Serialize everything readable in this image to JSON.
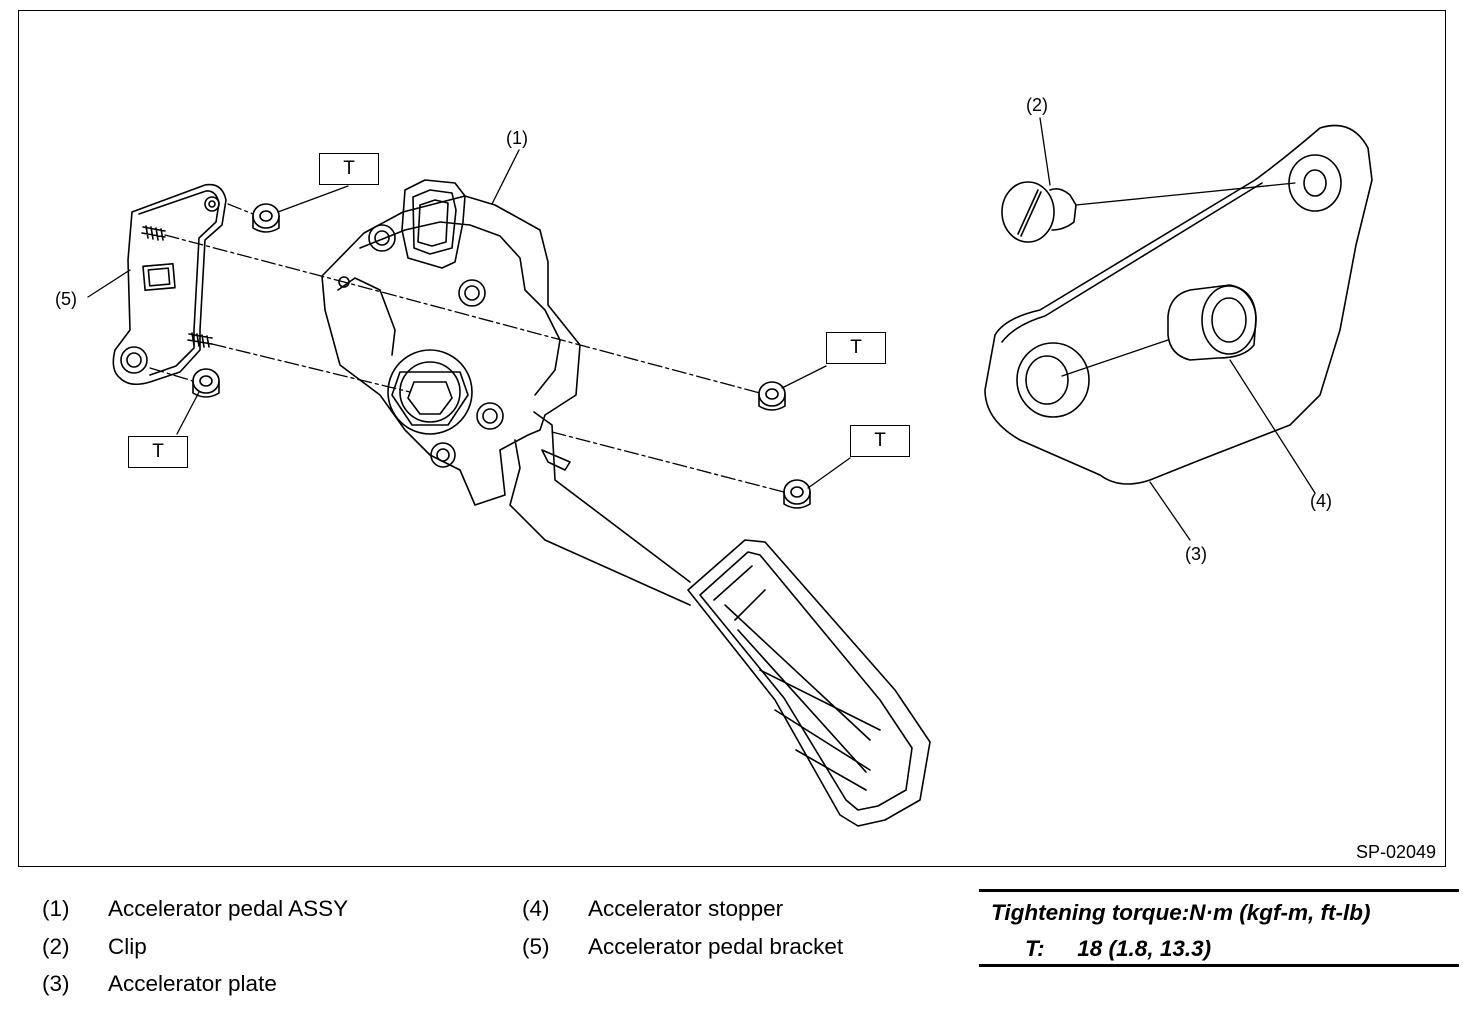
{
  "callouts": {
    "c1": "(1)",
    "c2": "(2)",
    "c3": "(3)",
    "c4": "(4)",
    "c5": "(5)",
    "t_label": "T"
  },
  "figure_id": "SP-02049",
  "legend": [
    {
      "num": "(1)",
      "text": "Accelerator pedal ASSY"
    },
    {
      "num": "(2)",
      "text": "Clip"
    },
    {
      "num": "(3)",
      "text": "Accelerator plate"
    },
    {
      "num": "(4)",
      "text": "Accelerator stopper"
    },
    {
      "num": "(5)",
      "text": "Accelerator pedal bracket"
    }
  ],
  "torque": {
    "title": "Tightening torque:N·m (kgf-m, ft-lb)",
    "symbol": "T:",
    "value": "18 (1.8, 13.3)"
  }
}
